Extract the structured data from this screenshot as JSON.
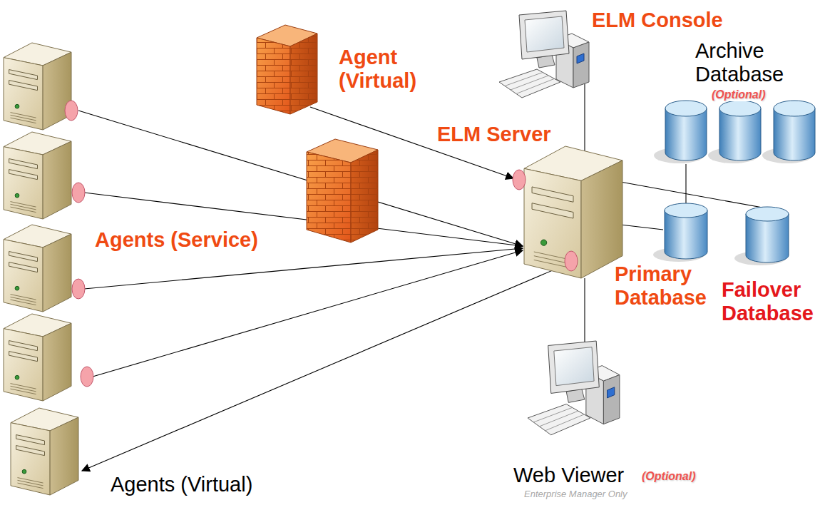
{
  "diagram": {
    "nodes": [
      {
        "text": [
          "Agent (Virtual)"
        ]
      },
      {
        "text": [
          "ELM Console"
        ]
      },
      {
        "text": [
          "Archive Database",
          "(Optional)"
        ]
      },
      {
        "text": [
          "ELM Server"
        ]
      },
      {
        "text": []
      },
      {
        "text": []
      },
      {
        "text": [
          "Agents (Service)"
        ]
      },
      {
        "text": []
      },
      {
        "text": [
          "Primary Database"
        ]
      },
      {
        "text": [
          "Failover Database"
        ]
      },
      {
        "text": [
          "Agents (Virtual)"
        ]
      },
      {
        "text": [
          "Web Viewer",
          "(Optional)",
          "Enterprise Manager Only"
        ]
      }
    ],
    "edges": [
      {
        "from": 0,
        "to": 3,
        "arrow": "to"
      },
      {
        "from": 1,
        "to": 3,
        "arrow": "none"
      },
      {
        "from": 2,
        "to": 8,
        "arrow": "none"
      },
      {
        "from": 3,
        "to": 8,
        "arrow": "none"
      },
      {
        "from": 3,
        "to": 9,
        "arrow": "none"
      },
      {
        "from": 4,
        "to": 3,
        "arrow": "to"
      },
      {
        "from": 5,
        "to": 3,
        "arrow": "to"
      },
      {
        "from": 6,
        "to": 3,
        "arrow": "to"
      },
      {
        "from": 7,
        "to": 3,
        "arrow": "to"
      },
      {
        "from": 3,
        "to": 10,
        "arrow": "to"
      },
      {
        "from": 3,
        "to": 11,
        "arrow": "none"
      }
    ]
  }
}
